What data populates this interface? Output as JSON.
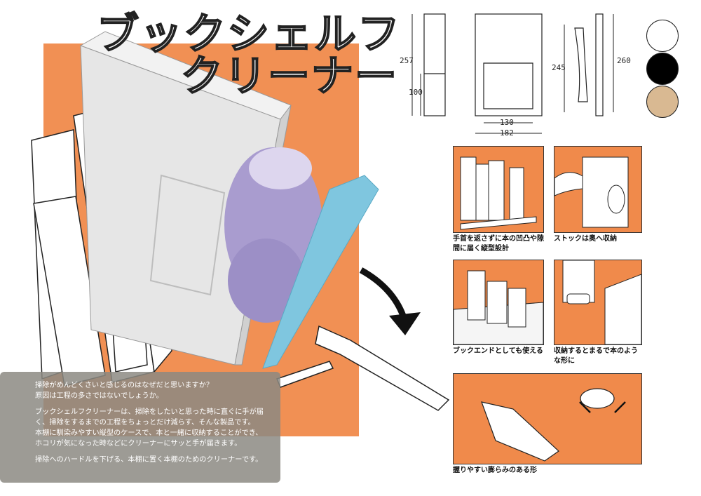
{
  "title": {
    "line1": "ブックシェルフ",
    "line2": "クリーナー"
  },
  "colors": {
    "accent": "#f08a4b",
    "text_box": "#8c8a82",
    "option_white": "#ffffff",
    "option_black": "#000000",
    "option_wood": "#d9b992"
  },
  "dimensions": {
    "side_height": "257",
    "side_lower": "100",
    "front_width_inner": "130",
    "front_width_outer": "182",
    "handle_length": "245",
    "total_height": "260"
  },
  "panels": {
    "p1_caption": "手首を返さずに本の凹凸や隙間に届く縦型設計",
    "p2_caption": "ストックは奥へ収納",
    "p3_caption": "ブックエンドとしても使える",
    "p4_caption": "収納するとまるで本のような形に",
    "p5_caption": "握りやすい膨らみのある形"
  },
  "description": {
    "line1": "掃除がめんどくさいと感じるのはなぜだと思いますか？",
    "line2": "原因は工程の多さではないでしょうか。",
    "line3": "ブックシェルフクリーナーは、掃除をしたいと思った時に直ぐに手が届",
    "line4": "く、掃除をするまでの工程をちょっとだけ減らす、そんな製品です。",
    "line5": "本棚に馴染みやすい縦型のケースで、本と一緒に収納することができ、",
    "line6": "ホコリが気になった時などにクリーナーにサッと手が届きます。",
    "line7": "掃除へのハードルを下げる、本棚に置く本棚のためのクリーナーです。"
  }
}
